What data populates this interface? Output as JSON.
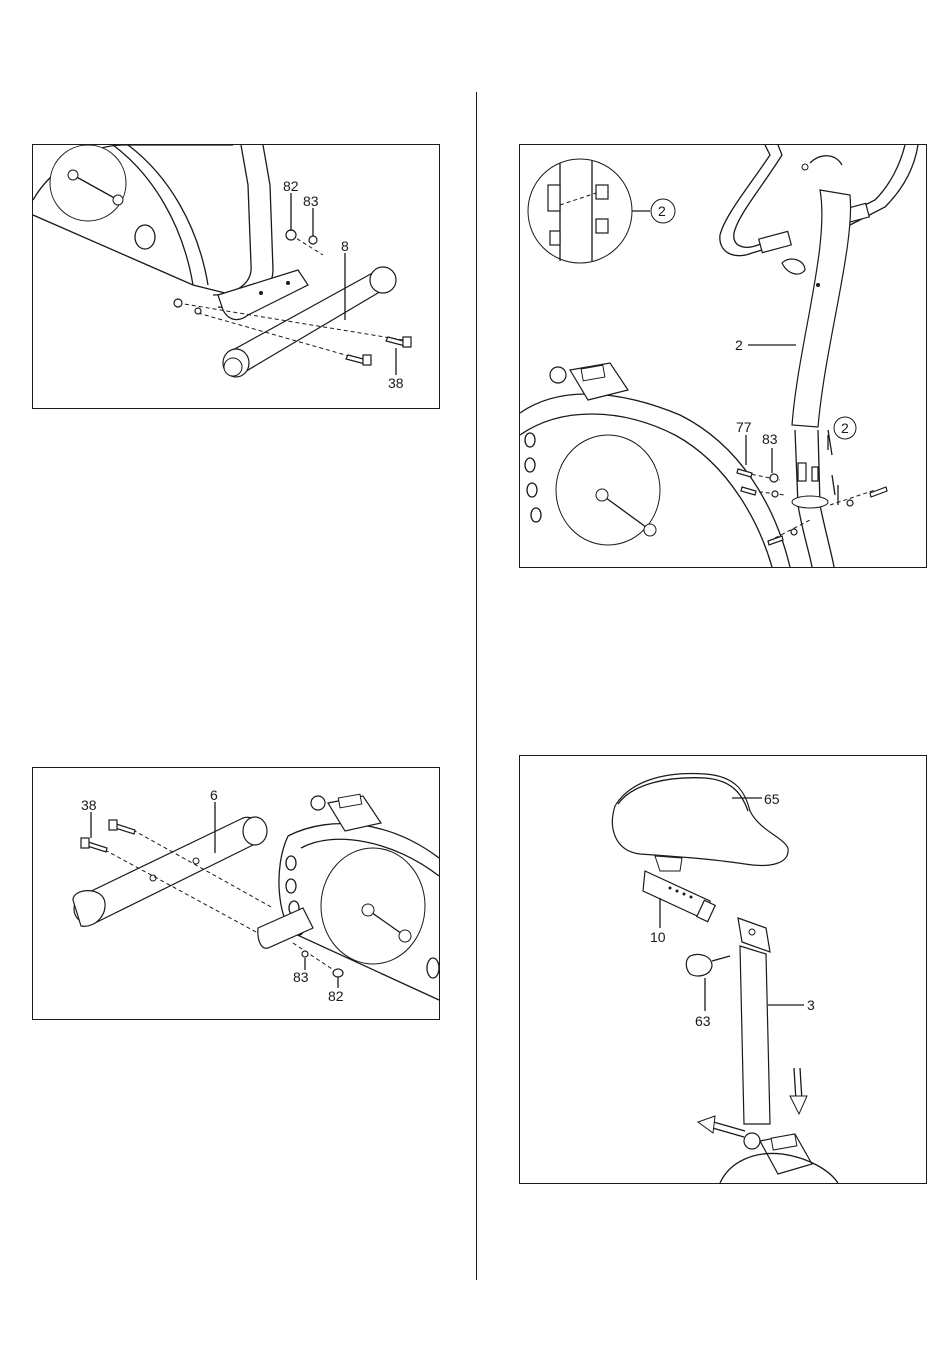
{
  "panel_1": {
    "labels": [
      "82",
      "83",
      "8",
      "38"
    ]
  },
  "panel_2": {
    "labels": [
      "2",
      "77",
      "83"
    ],
    "callouts": [
      "2",
      "2"
    ]
  },
  "panel_3": {
    "labels": [
      "38",
      "6",
      "83",
      "82"
    ]
  },
  "panel_4": {
    "labels": [
      "65",
      "10",
      "63",
      "3"
    ]
  }
}
